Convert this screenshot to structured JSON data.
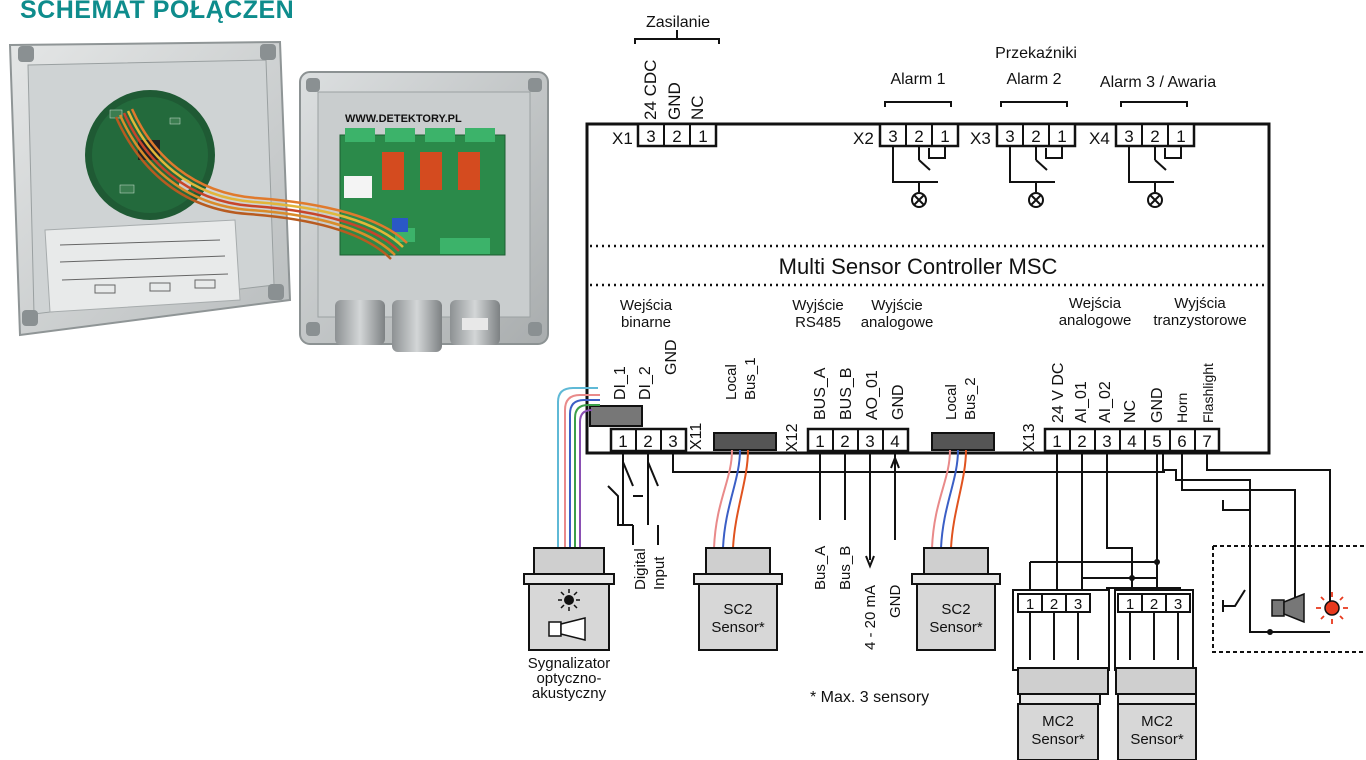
{
  "title": "SCHEMAT POŁĄCZEŃ",
  "photo": {
    "label": "WWW.DETEKTORY.PL"
  },
  "power": {
    "heading": "Zasilanie",
    "pins": [
      "24 CDC",
      "GND",
      "NC"
    ],
    "connector": "X1"
  },
  "relays": {
    "heading": "Przekaźniki",
    "items": [
      {
        "name": "Alarm 1",
        "connector": "X2"
      },
      {
        "name": "Alarm 2",
        "connector": "X3"
      },
      {
        "name": "Alarm 3 / Awaria",
        "connector": "X4"
      }
    ]
  },
  "pin_numbers": {
    "three": [
      "3",
      "2",
      "1"
    ],
    "one_to_three": [
      "1",
      "2",
      "3"
    ]
  },
  "controller": {
    "name": "Multi Sensor Controller MSC"
  },
  "sections": {
    "binary_inputs": "Wejścia binarne",
    "rs485_output": "Wyjście RS485",
    "analog_output": "Wyjście analogowe",
    "analog_inputs": "Wejścia analogowe",
    "transistor_outputs": "Wyjścia tranzystorowe"
  },
  "x11": {
    "connector": "X11",
    "pins": [
      "DI_1",
      "DI_2",
      "GND"
    ],
    "numbers": [
      "1",
      "2",
      "3"
    ]
  },
  "local_bus_1": "Local Bus_1",
  "local_bus_2": "Local Bus_2",
  "x12": {
    "connector": "X12",
    "pins": [
      "BUS_A",
      "BUS_B",
      "AO_01",
      "GND"
    ],
    "numbers": [
      "1",
      "2",
      "3",
      "4"
    ]
  },
  "x13": {
    "connector": "X13",
    "pins": [
      "24 V DC",
      "AI_01",
      "AI_02",
      "NC",
      "GND",
      "Horn",
      "Flashlight"
    ],
    "numbers": [
      "1",
      "2",
      "3",
      "4",
      "5",
      "6",
      "7"
    ]
  },
  "digital_input": "Digital Input",
  "bus_labels": [
    "Bus_A",
    "Bus_B",
    "4 - 20 mA",
    "GND"
  ],
  "sensors": {
    "sc2": "SC2 Sensor*",
    "mc2": "MC2 Sensor*"
  },
  "signaller": "Sygnalizator optyczno- akustyczny",
  "note": "* Max. 3 sensory"
}
